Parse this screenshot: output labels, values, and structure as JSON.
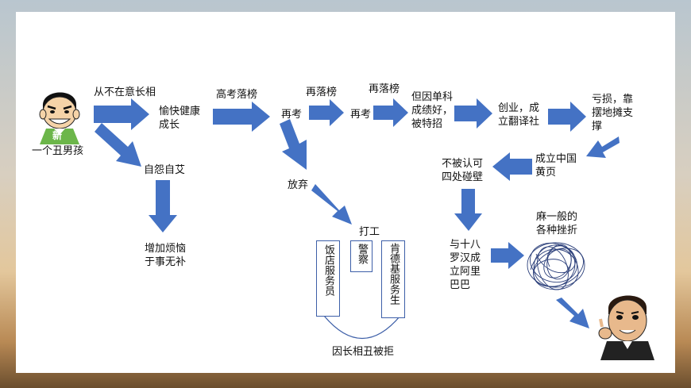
{
  "nodes": {
    "ugly_boy": "一个丑男孩",
    "never_care_looks": "从不在意长相",
    "happy_growth": "愉快健康\n成长",
    "gaokao_fail": "高考落榜",
    "retake_1": "再考",
    "fail_again_1": "再落榜",
    "retake_2": "再考",
    "fail_again_2": "再落榜",
    "single_subject": "但因单科\n成绩好，\n被特招",
    "start_business": "创业，成\n立翻译社",
    "loss_stall": "亏损，靠\n摆地摊支\n撑",
    "china_pages": "成立中国\n黄页",
    "not_recognized": "不被认可\n四处碰壁",
    "eighteen_arhats": "与十八\n罗汉成\n立阿里\n巴巴",
    "frustrations": "麻一般的\n各种挫折",
    "self_pity": "自怨自艾",
    "more_worries": "增加烦恼\n于事无补",
    "give_up": "放弃",
    "part_time": "打工",
    "job_restaurant": "饭店服务员",
    "job_police": "警察",
    "job_kfc": "肯德基服务生",
    "rejected_looks": "因长相丑被拒"
  },
  "icons": {
    "boy_badge": "新"
  },
  "colors": {
    "arrow": "#4472c4",
    "box_border": "#3d5fa8",
    "scribble": "#2b3f7a"
  }
}
